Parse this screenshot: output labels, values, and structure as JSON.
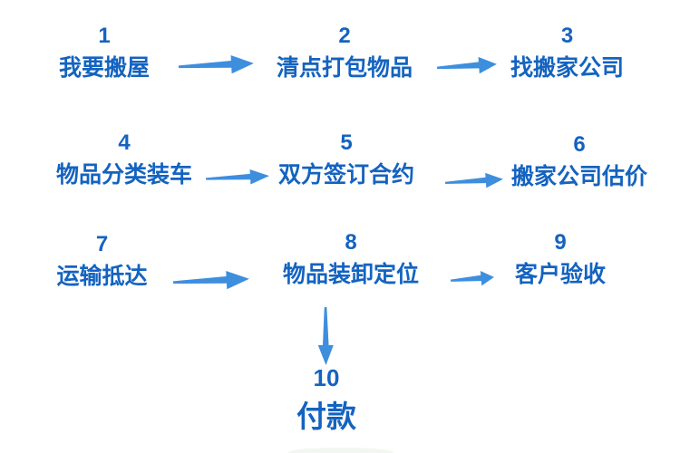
{
  "flowchart": {
    "title": "moving-house-process-flowchart",
    "steps": [
      {
        "num": "1",
        "label": "我要搬屋"
      },
      {
        "num": "2",
        "label": "清点打包物品"
      },
      {
        "num": "3",
        "label": "找搬家公司"
      },
      {
        "num": "4",
        "label": "物品分类装车"
      },
      {
        "num": "5",
        "label": "双方签订合约"
      },
      {
        "num": "6",
        "label": "搬家公司估价"
      },
      {
        "num": "7",
        "label": "运输抵达"
      },
      {
        "num": "8",
        "label": "物品装卸定位"
      },
      {
        "num": "9",
        "label": "客户验收"
      },
      {
        "num": "10",
        "label": "付款"
      }
    ],
    "connections": [
      "1→2",
      "2→3",
      "4→5",
      "5→6",
      "7→8",
      "8→9",
      "8↓10"
    ],
    "colors": {
      "text": "#1463C0",
      "arrow": "#3E8EDE",
      "background": "#FFFFFF"
    }
  }
}
